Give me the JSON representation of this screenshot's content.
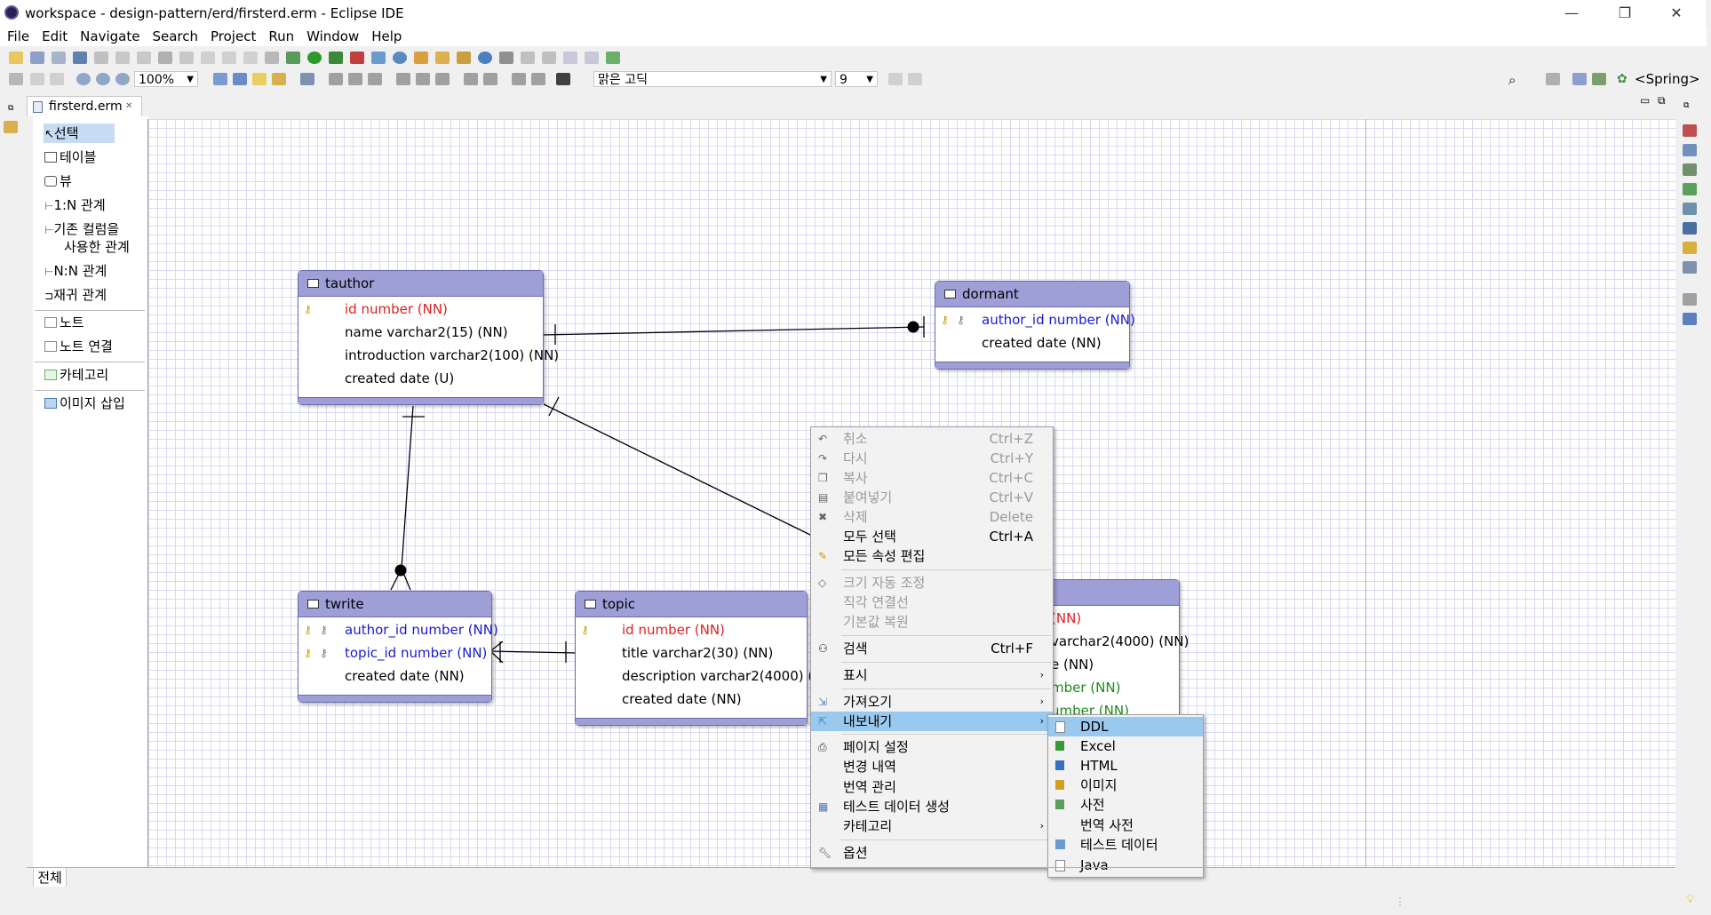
{
  "window": {
    "title": "workspace - design-pattern/erd/firsterd.erm - Eclipse IDE",
    "minimize": "—",
    "restore": "❐",
    "close": "✕"
  },
  "menubar": [
    "File",
    "Edit",
    "Navigate",
    "Search",
    "Project",
    "Run",
    "Window",
    "Help"
  ],
  "toolbar2": {
    "zoom": "100%",
    "font": "맑은 고딕",
    "font_size": "9",
    "perspective": "<Spring>"
  },
  "editor_tab": {
    "label": "firsterd.erm",
    "close": "✕"
  },
  "palette": {
    "items": [
      "선택",
      "테이블",
      "뷰",
      "1:N 관계",
      "기존 컬럼을",
      "사용한 관계",
      "N:N 관계",
      "재귀 관계",
      "노트",
      "노트 연결",
      "카테고리",
      "이미지 삽입"
    ]
  },
  "tables": {
    "tauthor": {
      "name": "tauthor",
      "cols": [
        "id number (NN)",
        "name varchar2(15) (NN)",
        "introduction varchar2(100) (NN)",
        "created date (U)"
      ]
    },
    "dormant": {
      "name": "dormant",
      "cols": [
        "author_id number (NN)",
        "created date (NN)"
      ]
    },
    "twrite": {
      "name": "twrite",
      "cols": [
        "author_id number (NN)",
        "topic_id number (NN)",
        "created date (NN)"
      ]
    },
    "topic": {
      "name": "topic",
      "cols": [
        "id number (NN)",
        "title varchar2(30) (NN)",
        "description varchar2(4000) (NN)",
        "created date (NN)"
      ]
    },
    "hidden": {
      "cols": [
        "(NN)",
        "varchar2(4000) (NN)",
        "e (NN)",
        "mber (NN)",
        "umber (NN)"
      ]
    }
  },
  "context_menu": {
    "items": [
      {
        "label": "취소",
        "shortcut": "Ctrl+Z"
      },
      {
        "label": "다시",
        "shortcut": "Ctrl+Y"
      },
      {
        "label": "복사",
        "shortcut": "Ctrl+C"
      },
      {
        "label": "붙여넣기",
        "shortcut": "Ctrl+V"
      },
      {
        "label": "삭제",
        "shortcut": "Delete"
      },
      {
        "label": "모두 선택",
        "shortcut": "Ctrl+A"
      },
      {
        "label": "모든 속성 편집",
        "shortcut": ""
      },
      {
        "label": "크기 자동 조정",
        "shortcut": ""
      },
      {
        "label": "직각 연결선",
        "shortcut": ""
      },
      {
        "label": "기본값 복원",
        "shortcut": ""
      },
      {
        "label": "검색",
        "shortcut": "Ctrl+F"
      },
      {
        "label": "표시",
        "shortcut": ""
      },
      {
        "label": "가져오기",
        "shortcut": ""
      },
      {
        "label": "내보내기",
        "shortcut": ""
      },
      {
        "label": "페이지 설정",
        "shortcut": ""
      },
      {
        "label": "변경 내역",
        "shortcut": ""
      },
      {
        "label": "번역 관리",
        "shortcut": ""
      },
      {
        "label": "테스트 데이터 생성",
        "shortcut": ""
      },
      {
        "label": "카테고리",
        "shortcut": ""
      },
      {
        "label": "옵션",
        "shortcut": ""
      }
    ]
  },
  "export_submenu": {
    "items": [
      "DDL",
      "Excel",
      "HTML",
      "이미지",
      "사전",
      "번역 사전",
      "테스트 데이터",
      "Java"
    ]
  },
  "bottom_tab": {
    "label": "전체"
  },
  "colors": {
    "table_header": "#9e9fd6",
    "grid": "#d9d9f2",
    "highlight": "#99c9ef"
  }
}
